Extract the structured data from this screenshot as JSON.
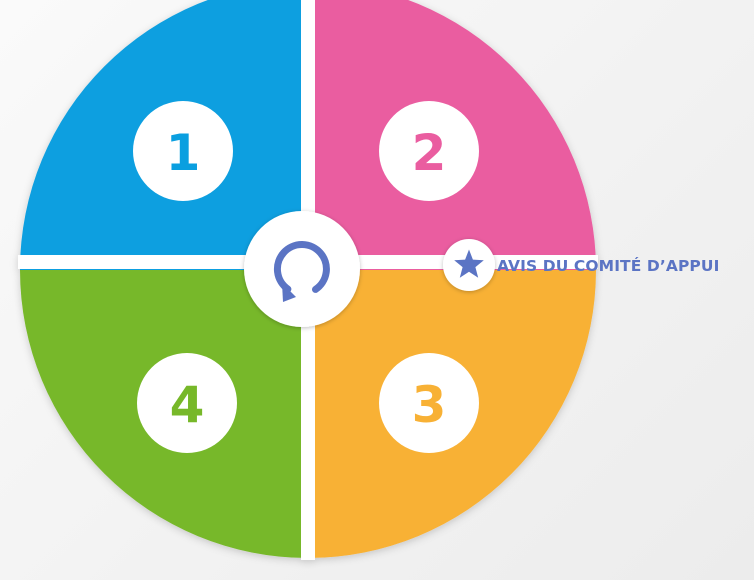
{
  "colors": {
    "quadrant_1": "#0a9fe0",
    "quadrant_2": "#ea5da0",
    "quadrant_3": "#f8b135",
    "quadrant_4": "#77b829",
    "center_icon": "#5b74c4",
    "callout": "#5b74c4",
    "separator": "#ffffff"
  },
  "quadrants": [
    {
      "number": "1",
      "position": "top-left"
    },
    {
      "number": "2",
      "position": "top-right"
    },
    {
      "number": "3",
      "position": "bottom-right"
    },
    {
      "number": "4",
      "position": "bottom-left"
    }
  ],
  "center": {
    "icon": "cycle-arrow-icon"
  },
  "callout": {
    "icon": "star-icon",
    "label": "AVIS DU COMITÉ D’APPUI"
  }
}
